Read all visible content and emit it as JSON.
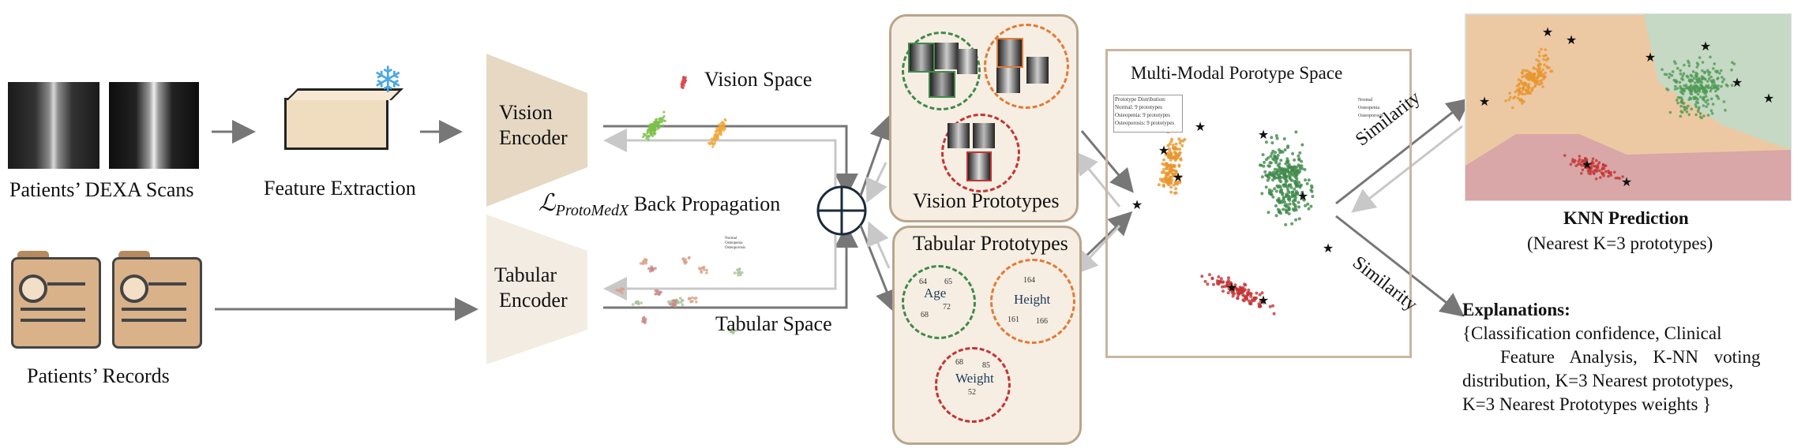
{
  "inputs": {
    "dexa_caption": "Patients’ DEXA Scans",
    "records_caption": "Patients’ Records"
  },
  "feature_extraction": {
    "label": "Feature Extraction"
  },
  "encoders": {
    "vision_line1": "Vision",
    "vision_line2": "Encoder",
    "tabular_line1": "Tabular",
    "tabular_line2": "Encoder"
  },
  "spaces": {
    "vision_space": "Vision Space",
    "tabular_space": "Tabular Space",
    "tabular_legend": [
      "Normal",
      "Osteopenia",
      "Osteoporosis"
    ]
  },
  "loss": {
    "symbol": "ℒ",
    "subscript": "ProtoMedX",
    "text": "Back Propagation"
  },
  "vision_prototypes": {
    "title": "Vision Prototypes"
  },
  "tabular_prototypes": {
    "title": "Tabular Prototypes",
    "age": {
      "name": "Age",
      "values": [
        "64",
        "65",
        "72",
        "68"
      ]
    },
    "height": {
      "name": "Height",
      "values": [
        "164",
        "161",
        "166"
      ]
    },
    "weight": {
      "name": "Weight",
      "values": [
        "68",
        "85",
        "52"
      ]
    }
  },
  "multimodal": {
    "title": "Multi-Modal Porotype Space",
    "legend_box": [
      "Prototype Distribution:",
      "Normal: 9 prototypes",
      "Osteopenia: 9 prototypes",
      "Osteoporosis: 9 prototypes"
    ],
    "legend_right": [
      "Normal",
      "Osteopenia",
      "Osteoporosis"
    ]
  },
  "similarity": {
    "top": "Similarity",
    "bottom": "Similarity"
  },
  "knn": {
    "title": "KNN Prediction",
    "subtitle": "(Nearest K=3 prototypes)"
  },
  "explanations": {
    "title": "Explanations:",
    "lines": [
      "{Classification confidence, Clinical",
      "Feature Analysis, K-NN voting",
      "distribution, K=3 Nearest prototypes,",
      "K=3 Nearest Prototypes weights }"
    ]
  },
  "colors": {
    "normal": "#3f8a4a",
    "osteopenia": "#e8962e",
    "osteoporosis": "#c43333",
    "panel_fill": "#f6eee2",
    "panel_border": "#b9a58c",
    "encoder_vision": "#e6d8c3",
    "encoder_tabular": "#f3ece2",
    "arrow": "#777777",
    "arrow_light": "#c8c8c8"
  }
}
